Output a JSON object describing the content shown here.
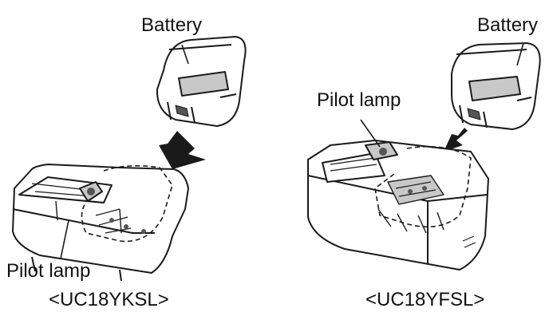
{
  "labels": {
    "left_battery": "Battery",
    "left_pilot_lamp": "Pilot lamp",
    "left_model": "<UC18YKSL>",
    "right_battery": "Battery",
    "right_pilot_lamp": "Pilot lamp",
    "right_model": "<UC18YFSL>"
  },
  "colors": {
    "line": "#1a1a1a",
    "shade": "#c8c8c8",
    "dark": "#555555",
    "background": "#ffffff"
  },
  "icons": {
    "arrow": "insert-direction-arrow"
  }
}
